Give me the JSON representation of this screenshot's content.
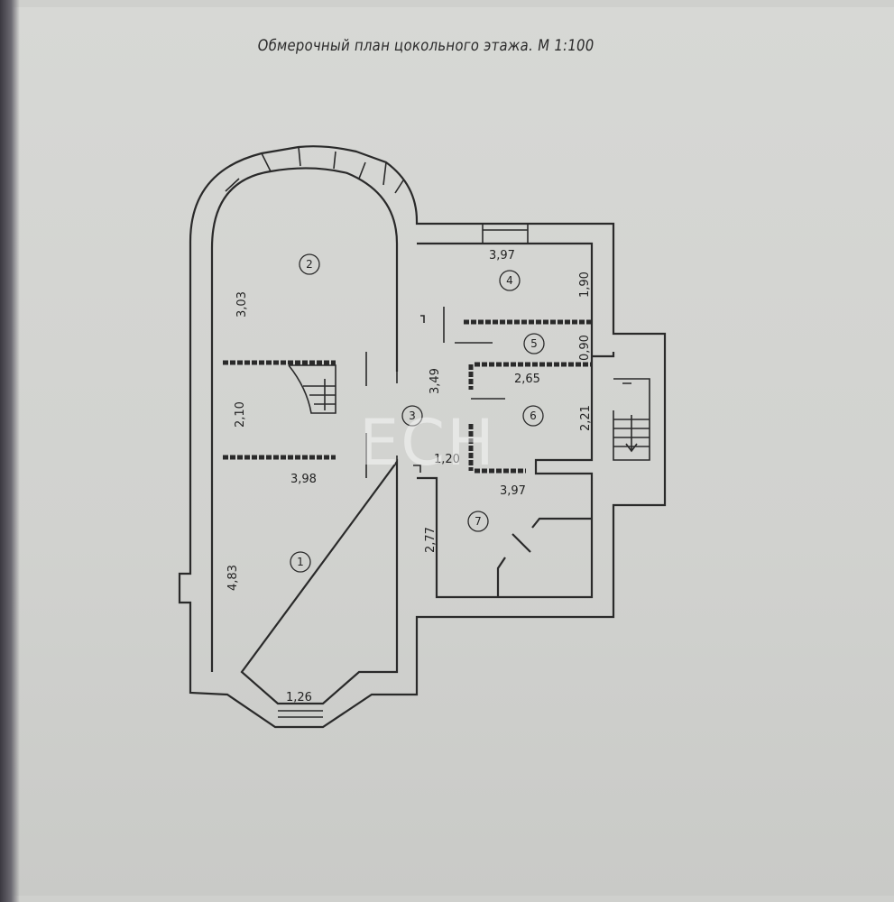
{
  "title": "Обмерочный план цокольного этажа. М 1:100",
  "watermark": "ЕСН",
  "rooms": [
    "1",
    "2",
    "3",
    "4",
    "5",
    "6",
    "7"
  ],
  "dimensions": {
    "room2_height": "3,03",
    "stair_height": "2,10",
    "room1_width": "3,98",
    "room1_height": "4,83",
    "bay_width": "1,26",
    "room4_width": "3,97",
    "room4_height": "1,90",
    "room5_height": "0,90",
    "corridor_height": "3,49",
    "room6_width": "2,65",
    "room6_height": "2,21",
    "passage_width": "1,20",
    "room7_width": "3,97",
    "room7_height": "2,77"
  }
}
